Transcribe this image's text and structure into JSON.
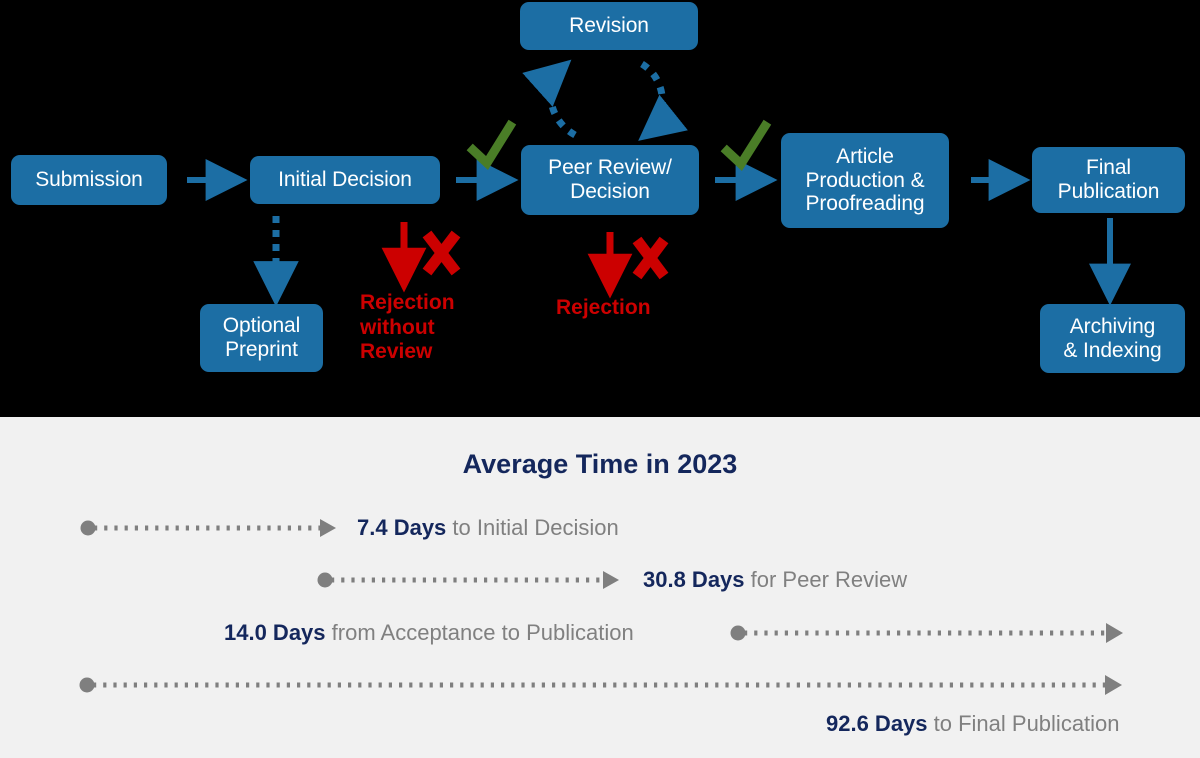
{
  "colors": {
    "flow_background": "#000000",
    "node_fill": "#1c6ea4",
    "node_text": "#ffffff",
    "arrow_blue": "#1c6ea4",
    "reject_red": "#cc0000",
    "check_green": "#4a7d27",
    "timeline_background": "#f1f1f1",
    "timeline_accent": "#14275c",
    "timeline_muted": "#808080",
    "dotted_gray": "#7f7f7f"
  },
  "flow": {
    "nodes": [
      {
        "id": "submission",
        "label": "Submission"
      },
      {
        "id": "initial-decision",
        "label": "Initial Decision"
      },
      {
        "id": "optional-preprint",
        "label": "Optional\nPreprint"
      },
      {
        "id": "revision",
        "label": "Revision"
      },
      {
        "id": "peer-review-decision",
        "label": "Peer Review/\nDecision"
      },
      {
        "id": "article-production",
        "label": "Article\nProduction &\nProofreading"
      },
      {
        "id": "final-publication",
        "label": "Final\nPublication"
      },
      {
        "id": "archiving-indexing",
        "label": "Archiving\n& Indexing"
      }
    ],
    "rejections": [
      {
        "id": "rejection-without-review",
        "label": "Rejection\nwithout\nReview"
      },
      {
        "id": "rejection-after-review",
        "label": "Rejection"
      }
    ],
    "markers": [
      {
        "id": "accept-check-1",
        "icon": "check-icon"
      },
      {
        "id": "accept-check-2",
        "icon": "check-icon"
      },
      {
        "id": "reject-cross-1",
        "icon": "cross-icon"
      },
      {
        "id": "reject-cross-2",
        "icon": "cross-icon"
      }
    ]
  },
  "timeline": {
    "title": "Average Time in 2023",
    "rows": [
      {
        "id": "initial-decision",
        "value": "7.4 Days",
        "text": " to Initial Decision"
      },
      {
        "id": "peer-review",
        "value": "30.8 Days",
        "text": " for Peer Review"
      },
      {
        "id": "acceptance-to-publication",
        "value": "14.0 Days",
        "text": " from Acceptance to Publication"
      },
      {
        "id": "final-publication",
        "value": "92.6 Days",
        "text": " to Final Publication"
      }
    ]
  },
  "chart_data": {
    "type": "bar",
    "title": "Average Time in 2023",
    "categories": [
      "to Initial Decision",
      "for Peer Review",
      "from Acceptance to Publication",
      "to Final Publication"
    ],
    "values": [
      7.4,
      30.8,
      14.0,
      92.6
    ],
    "unit": "Days",
    "xlabel": "",
    "ylabel": "",
    "grid": false,
    "legend": "none"
  }
}
